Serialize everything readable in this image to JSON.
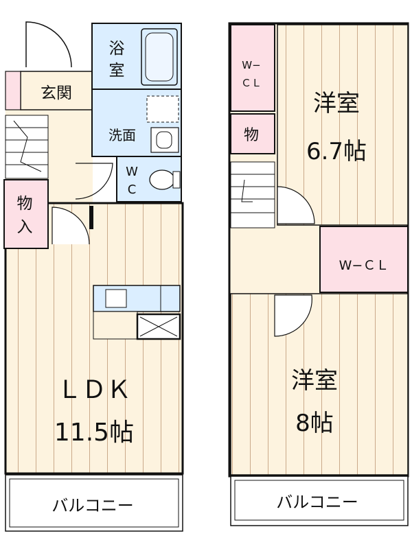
{
  "colors": {
    "wall": "#111111",
    "floor": "#fdf3df",
    "floor_line": "#caa98a",
    "wet": "#dbeeff",
    "storage": "#fde0e6",
    "white": "#ffffff"
  },
  "ground_floor": {
    "genkan": "玄関",
    "bath": [
      "浴",
      "室"
    ],
    "senmen": "洗面",
    "wc": [
      "W",
      "C"
    ],
    "monoire": [
      "物",
      "入"
    ],
    "ldk": "ＬＤＫ",
    "ldk_size": "11.5帖",
    "balcony": "バルコニー"
  },
  "upper_floor": {
    "wcl_small": [
      "W−",
      "ＣＬ"
    ],
    "mono": "物",
    "room1": "洋室",
    "room1_size": "6.7帖",
    "wcl": "W−ＣＬ",
    "room2": "洋室",
    "room2_size": "8帖",
    "balcony": "バルコニー"
  }
}
